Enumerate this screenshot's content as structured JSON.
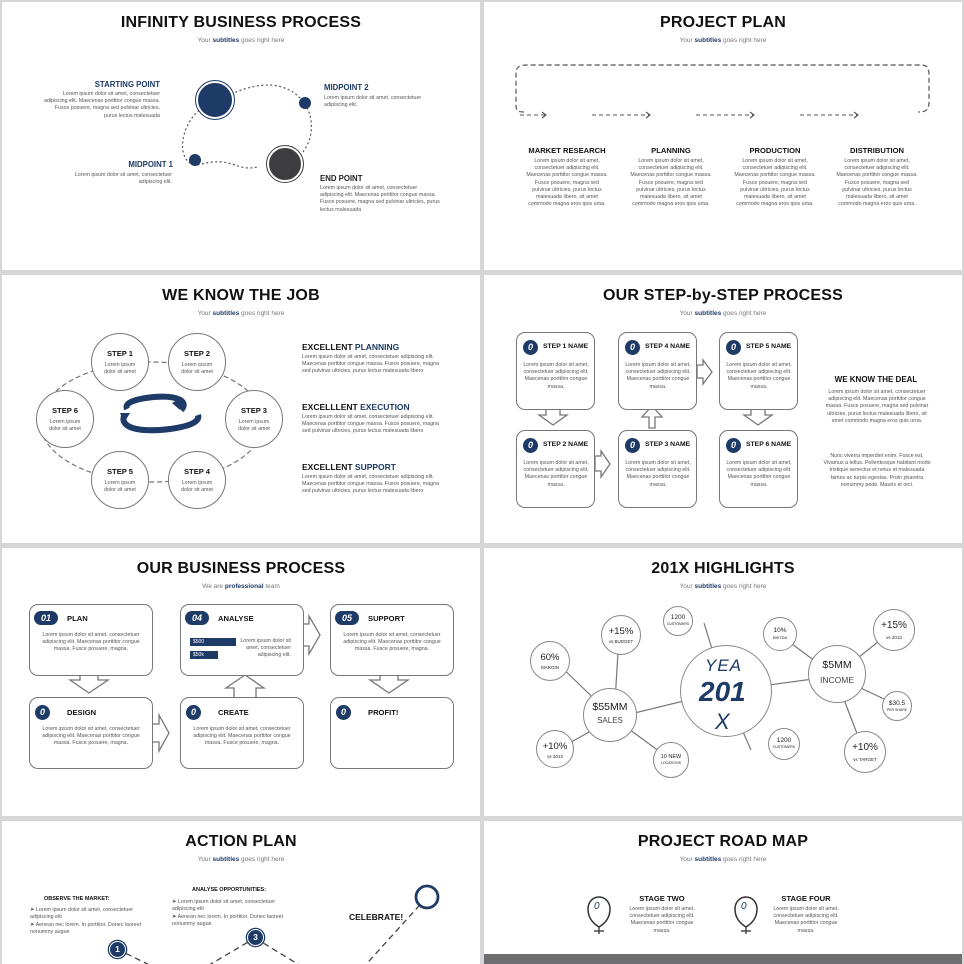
{
  "s1": {
    "title": "INFINITY BUSINESS PROCESS",
    "sub_a": "Your ",
    "sub_b": "subtitles",
    "sub_c": " goes right here",
    "p1": {
      "h": "STARTING POINT",
      "t": "Lorem ipsum dolor sit amet, consectetuer adipiscing elit. Maecenas porttitor congue massa. Fusce posuere, magna sed pulvinar ultricies, purus lectus malesuada"
    },
    "p2": {
      "h": "MIDPOINT 2",
      "t": "Lorem ipsum dolor sit amet, consectetuer adipiscing elit."
    },
    "p3": {
      "h": "MIDPOINT 1",
      "t": "Lorem ipsum dolor sit amet, consectetuer adipiscing elit."
    },
    "p4": {
      "h": "END POINT",
      "t": "Lorem ipsum dolor sit amet, consectetuer adipiscing elit. Maecenas porttitor congue massa. Fusce posuere, magna sed pulvinar ultricies, purus lectus malesuada"
    }
  },
  "s2": {
    "title": "PROJECT PLAN",
    "sub_a": "Your ",
    "sub_b": "subtitles",
    "sub_c": " goes right here",
    "cols": [
      {
        "h": "MARKET RESEARCH",
        "t": "Lorem ipsum dolor sit amet, consectetuer adipiscing elit. Maecenas porttitor congue massa. Fusce posuere, magna sed pulvinar ultricies, purus lectus malesuada libero, sit amet commodo magna eros quis urna."
      },
      {
        "h": "PLANNING",
        "t": "Lorem ipsum dolor sit amet, consectetuer adipiscing elit. Maecenas porttitor congue massa. Fusce posuere, magna sed pulvinar ultricies, purus lectus malesuada libero, sit amet commodo magna eros quis urna."
      },
      {
        "h": "PRODUCTION",
        "t": "Lorem ipsum dolor sit amet, consectetuer adipiscing elit. Maecenas porttitor congue massa. Fusce posuere, magna sed pulvinar ultricies, purus lectus malesuada libero, sit amet commodo magna eros quis urna."
      },
      {
        "h": "DISTRIBUTION",
        "t": "Lorem ipsum dolor sit amet, consectetuer adipiscing elit. Maecenas porttitor congue massa. Fusce posuere, magna sed pulvinar ultricies, purus lectus malesuada libero, sit amet commodo magna eros quis urna."
      }
    ]
  },
  "s3": {
    "title": "WE KNOW THE JOB",
    "sub_a": "Your ",
    "sub_b": "subtitles",
    "sub_c": " goes right here",
    "steps": [
      {
        "h": "STEP 1",
        "t": "Lorem ipsum dolor sit amet"
      },
      {
        "h": "STEP 2",
        "t": "Lorem ipsum dolor sit amet"
      },
      {
        "h": "STEP 3",
        "t": "Lorem ipsum dolor sit amet"
      },
      {
        "h": "STEP 4",
        "t": "Lorem ipsum dolor sit amet"
      },
      {
        "h": "STEP 5",
        "t": "Lorem ipsum dolor sit amet"
      },
      {
        "h": "STEP 6",
        "t": "Lorem ipsum dolor sit amet"
      }
    ],
    "items": [
      {
        "a": "EXCELLENT ",
        "b": "PLANNING",
        "t": "Lorem ipsum dolor sit amet, consectetuer adipiscing elit. Maecenas porttitor congue massa. Fusce posuere, magna sed pulvinar ultricies, purus lectus malesuada libero"
      },
      {
        "a": "EXCELLLENT ",
        "b": "EXECUTION",
        "t": "Lorem ipsum dolor sit amet, consectetuer adipiscing elit. Maecenas porttitor congue massa. Fusce posuere, magna sed pulvinar ultricies, purus lectus malesuada libero"
      },
      {
        "a": "EXCELLENT ",
        "b": "SUPPORT",
        "t": "Lorem ipsum dolor sit amet, consectetuer adipiscing elit. Maecenas porttitor congue massa. Fusce posuere, magna sed pulvinar ultricies, purus lectus malesuada libero"
      }
    ]
  },
  "s4": {
    "title": "OUR STEP-by-STEP PROCESS",
    "sub_a": "Your ",
    "sub_b": "subtitles",
    "sub_c": " goes right here",
    "num": "0",
    "boxes": [
      {
        "h": "STEP 1 NAME",
        "t": "Lorem ipsum dolor sit amet, consectetuer adipiscing elit. Maecenas porttitor congue massa."
      },
      {
        "h": "STEP 4 NAME",
        "t": "Lorem ipsum dolor sit amet, consectetuer adipiscing elit. Maecenas porttitor congue massa."
      },
      {
        "h": "STEP 5 NAME",
        "t": "Lorem ipsum dolor sit amet, consectetuer adipiscing elit. Maecenas porttitor congue massa."
      },
      {
        "h": "STEP 2 NAME",
        "t": "Lorem ipsum dolor sit amet, consectetuer adipiscing elit. Maecenas porttitor congue massa."
      },
      {
        "h": "STEP 3 NAME",
        "t": "Lorem ipsum dolor sit amet, consectetuer adipiscing elit. Maecenas porttitor congue massa."
      },
      {
        "h": "STEP 6 NAME",
        "t": "Lorem ipsum dolor sit amet, consectetuer adipiscing elit. Maecenas porttitor congue massa."
      }
    ],
    "deal_h": "WE KNOW THE DEAL",
    "deal_t1": "Lorem ipsum dolor sit amet, consectetuer adipiscing elit. Maecenas porttitor congue massa. Fusce posuere, magna sed pulvinar ultricies, purus lectus malesuada libero, sit amet commodo magna eros quis urna.",
    "deal_t2": "Nunc viverra imperdiet enim. Fusce est. Vivamus a tellus. Pellentesque habitant morbi tristique senectus et netus et malesuada fames ac turpis egestas. Proin pharetra nonummy pede. Mauris et orci."
  },
  "s5": {
    "title": "OUR BUSINESS PROCESS",
    "sub_a": "We are ",
    "sub_b": "professional",
    "sub_c": " team",
    "boxes": [
      {
        "n": "01",
        "h": "PLAN",
        "t": "Lorem ipsum dolor sit amet, consectetuer adipiscing elit. Maecenas porttitor congue massa. Fusce posuere, magna."
      },
      {
        "n": "04",
        "h": "ANALYSE",
        "t": "Lorem ipsum dolor sit amet, consectetuer adipiscing elit."
      },
      {
        "n": "05",
        "h": "SUPPORT",
        "t": "Lorem ipsum dolor sit amet, consectetuer adipiscing elit. Maecenas porttitor congue massa. Fusce posuere, magna."
      },
      {
        "n": "0",
        "h": "DESIGN",
        "t": "Lorem ipsum dolor sit amet, consectetuer adipiscing elit. Maecenas porttitor congue massa. Fusce posuere, magna."
      },
      {
        "n": "0",
        "h": "CREATE",
        "t": "Lorem ipsum dolor sit amet, consectetuer adipiscing elit. Maecenas porttitor congue massa. Fusce posuere, magna."
      },
      {
        "n": "0",
        "h": "PROFIT!",
        "t": ""
      }
    ],
    "bar1": "$500",
    "bar2": "$50k"
  },
  "s6": {
    "title": "201X HIGHLIGHTS",
    "sub_a": "Your ",
    "sub_b": "subtitles",
    "sub_c": " goes right here",
    "center1": "YEA",
    "center2": "201",
    "center3": "X",
    "left_big": "$55MM",
    "left_big_s": "SALES",
    "right_big": "$5MM",
    "right_big_s": "INCOME",
    "n1": "60%",
    "n1s": "MARGIN",
    "n2": "+15%",
    "n2s": "vs BUDGET",
    "n3": "1200",
    "n3s": "CUSTOMERS",
    "n4": "+10%",
    "n4s": "vs 2013",
    "n5": "10 NEW",
    "n5s": "LOCATIONS",
    "n6": "10%",
    "n6s": "EBITDA",
    "n7": "+15%",
    "n7s": "vs 2013",
    "n8": "$30.5",
    "n8s": "PER SHARE",
    "n9": "1200",
    "n9s": "CUSTOMERS",
    "n10": "+10%",
    "n10s": "vs TARGET"
  },
  "s7": {
    "title": "ACTION PLAN",
    "sub_a": "Your ",
    "sub_b": "subtitles",
    "sub_c": " goes right here",
    "m_h": "OBSERVE THE MARKET:",
    "m_1": "Lorem ipsum dolor sit amet, consectetuer adipiscing elit",
    "m_2": "Aenean nec lorem. In porttitor. Donec laoreet nonummy augue",
    "a_h": "ANALYSE OPPORTUNITIES:",
    "a_1": "Lorem ipsum dolor sit amet, consectetuer adipiscing elit",
    "a_2": "Aenean nec lorem. In porttitor. Donec laoreet nonummy augue",
    "celebrate": "CELEBRATE!",
    "n1": "1",
    "n3": "3"
  },
  "s8": {
    "title": "PROJECT ROAD MAP",
    "sub_a": "Your ",
    "sub_b": "subtitles",
    "sub_c": " goes right here",
    "st2": {
      "h": "STAGE TWO",
      "t": "Lorem ipsum dolor sit amet, consectetuer adipiscing elit. Maecenas porttitor congue massa."
    },
    "st4": {
      "h": "STAGE FOUR",
      "t": "Lorem ipsum dolor sit amet, consectetuer adipiscing elit. Maecenas porttitor congue massa."
    },
    "pin": "0"
  }
}
